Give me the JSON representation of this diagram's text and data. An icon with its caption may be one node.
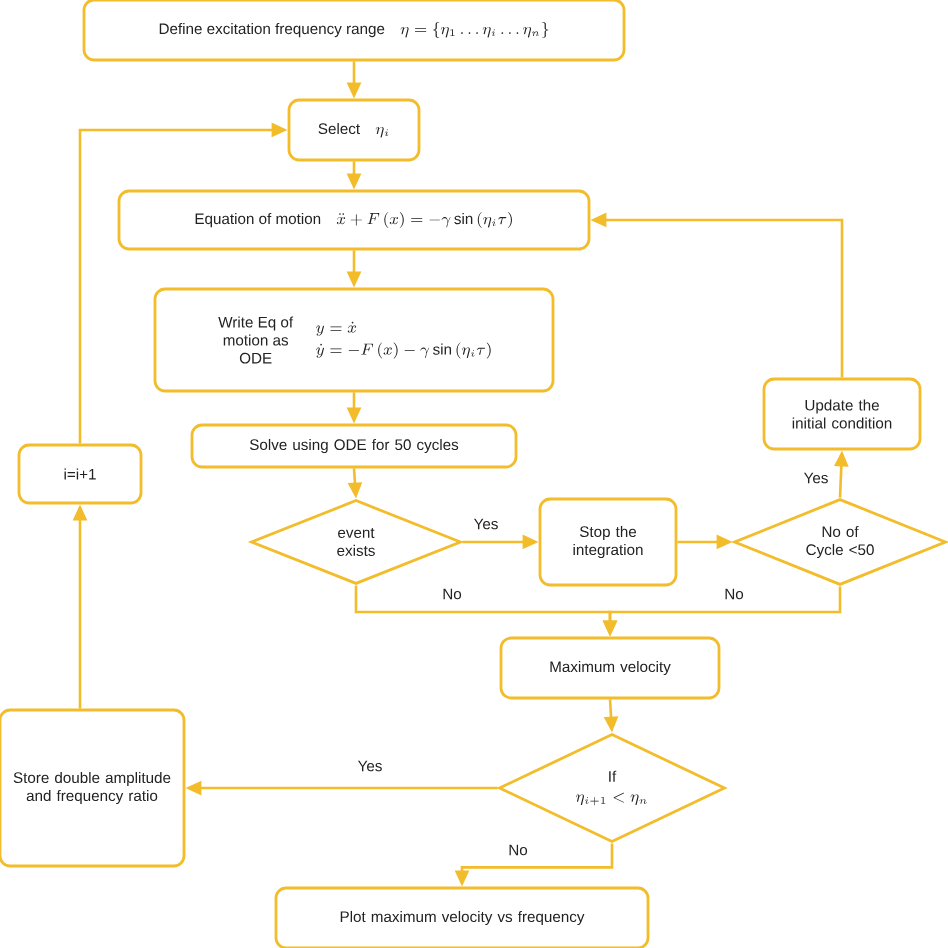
{
  "diagram": {
    "nodes": [
      {
        "text": [
          "Define excitation frequency range",
          "\\eta=\\left\\{\\eta_1\\ldots\\eta_i\\ldots\\eta_n\\right\\}"
        ]
      },
      {
        "text": [
          "Select",
          "\\eta_i"
        ]
      },
      {
        "text": [
          "Equation of motion",
          "\\ddot{x}+F\\left(x\\right)=-\\gamma\\sin\\left(\\eta_i\\tau\\right)"
        ]
      },
      {
        "text": [
          "Write Eq of motion as ODE",
          "y=\\dot{x}",
          "\\dot{y}=-F\\left(x\\right)-\\gamma\\sin\\left(\\eta_i\\tau\\right)"
        ]
      },
      {
        "text": [
          "Solve using ODE for 50 cycles"
        ]
      },
      {
        "text": [
          "event exists"
        ]
      },
      {
        "text": [
          "Stop the integration"
        ]
      },
      {
        "text": [
          "No of Cycle <50"
        ]
      },
      {
        "text": [
          "Update the initial condition"
        ]
      },
      {
        "text": [
          "i=i+1"
        ]
      },
      {
        "text": [
          "Maximum velocity"
        ]
      },
      {
        "text": [
          "If",
          "\\eta_{i+1}<\\eta_n"
        ]
      },
      {
        "text": [
          "Store double amplitude and frequency ratio"
        ]
      },
      {
        "text": [
          "Plot maximum velocity vs frequency"
        ]
      }
    ],
    "edges": [
      {
        "from": 0,
        "to": 1,
        "arrow": "to"
      },
      {
        "from": 1,
        "to": 2,
        "arrow": "to"
      },
      {
        "from": 2,
        "to": 3,
        "arrow": "to"
      },
      {
        "from": 3,
        "to": 4,
        "arrow": "to"
      },
      {
        "from": 4,
        "to": 5,
        "arrow": "to"
      },
      {
        "from": 5,
        "to": 6,
        "arrow": "to",
        "label": "Yes"
      },
      {
        "from": 6,
        "to": 7,
        "arrow": "to"
      },
      {
        "from": 7,
        "to": 8,
        "arrow": "to",
        "label": "Yes"
      },
      {
        "from": 8,
        "to": 2,
        "arrow": "to"
      },
      {
        "from": 5,
        "to": 10,
        "arrow": "to",
        "label": "No"
      },
      {
        "from": 7,
        "to": 10,
        "arrow": "to",
        "label": "No"
      },
      {
        "from": 10,
        "to": 11,
        "arrow": "to"
      },
      {
        "from": 11,
        "to": 12,
        "arrow": "to",
        "label": "Yes"
      },
      {
        "from": 11,
        "to": 13,
        "arrow": "to",
        "label": "No"
      },
      {
        "from": 12,
        "to": 9,
        "arrow": "to"
      },
      {
        "from": 9,
        "to": 1,
        "arrow": "to"
      }
    ]
  }
}
